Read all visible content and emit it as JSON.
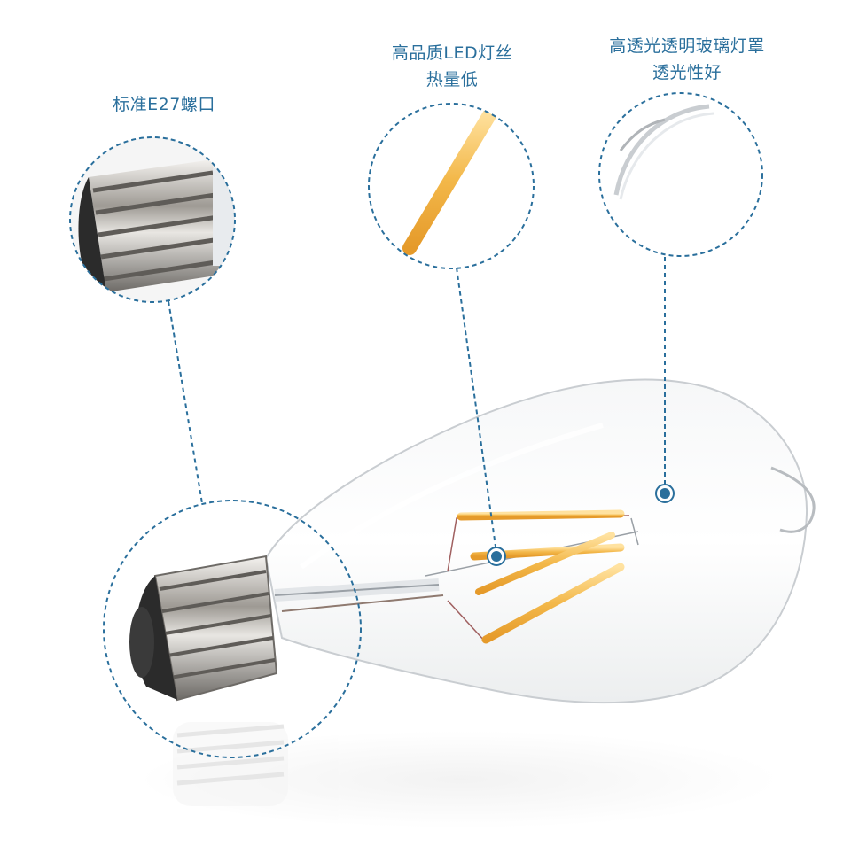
{
  "callouts": {
    "base": {
      "line1": "标准E27螺口"
    },
    "filament": {
      "line1": "高品质LED灯丝",
      "line2": "热量低"
    },
    "glass": {
      "line1": "高透光透明玻璃灯罩",
      "line2": "透光性好"
    }
  },
  "colors": {
    "accent": "#2a6f9c",
    "filament": "#f3b84a",
    "metal": "#b8b4ae"
  }
}
